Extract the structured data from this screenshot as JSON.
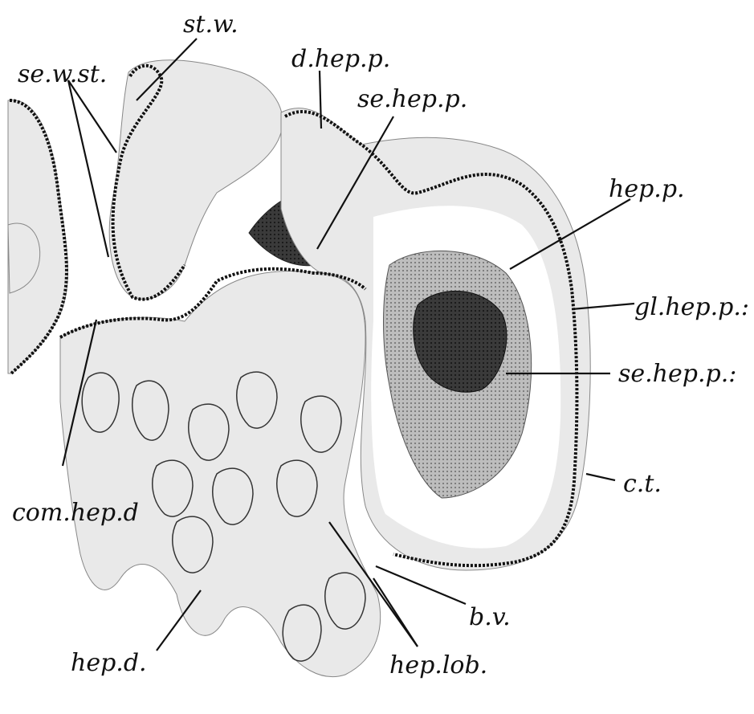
{
  "labels": {
    "st_w": "st.w.",
    "se_w_st": "se.w.st.",
    "d_hep_p": "d.hep.p.",
    "se_hep_p_top": "se.hep.p.",
    "hep_p": "hep.p.",
    "gl_hep_p": "gl.hep.p.:",
    "se_hep_p_right": "se.hep.p.:",
    "c_t": "c.t.",
    "com_hep_d": "com.hep.d",
    "hep_d": "hep.d.",
    "b_v": "b.v.",
    "hep_lob": "hep.lob."
  }
}
